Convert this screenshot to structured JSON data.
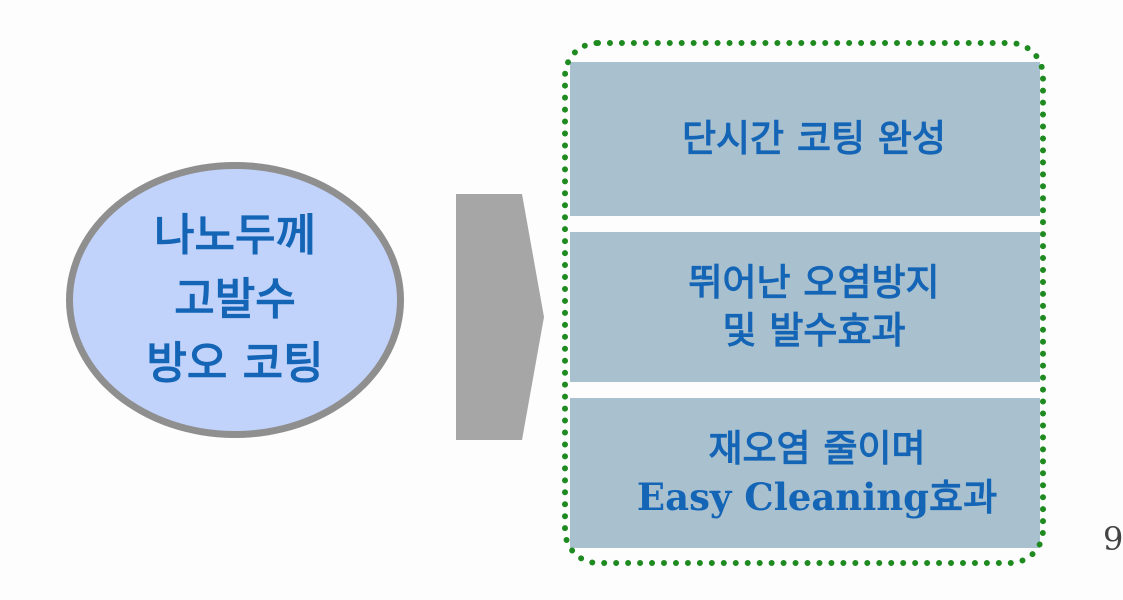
{
  "left_circle": {
    "lines": [
      "나노두께",
      "고발수",
      "방오 코팅"
    ]
  },
  "effects": {
    "box1": {
      "lines": [
        "단시간 코팅 완성"
      ]
    },
    "box2": {
      "lines": [
        "뛰어난 오염방지",
        "및 발수효과"
      ]
    },
    "box3": {
      "lines": [
        "재오염 줄이며",
        "Easy Cleaning효과"
      ]
    }
  },
  "page_number": "9",
  "colors": {
    "text": "#1565b6",
    "circle_fill": "#c2d3fb",
    "circle_border": "#8f8f8f",
    "arrow": "#a6a6a6",
    "box_fill": "#a9c1cf",
    "frame_border": "#1f8a1f"
  },
  "icons": {
    "arrow": "right-arrow-icon"
  }
}
